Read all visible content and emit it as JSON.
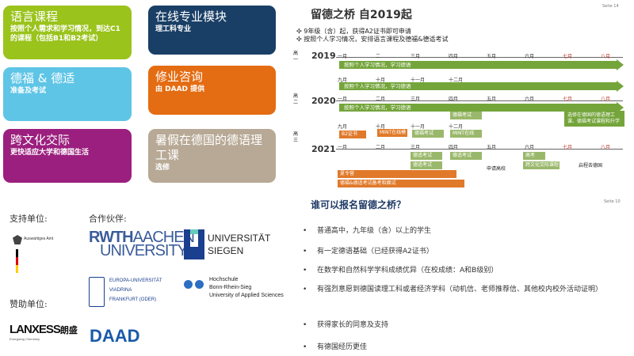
{
  "tiles": [
    {
      "title": "语言课程",
      "sub": "按照个人需求和学习情况，到达C1的课程（包括B1和B2考试）"
    },
    {
      "title": "在线专业模块",
      "sub": "理工科专业"
    },
    {
      "title": "德福 & 德适",
      "sub": "准备及考试"
    },
    {
      "title": "修业咨询",
      "sub": "由 DAAD 提供"
    },
    {
      "title": "跨文化交际",
      "sub": "更快适应大学和德国生活"
    },
    {
      "title": "暑假在德国的德语理工课",
      "sub": "选修"
    }
  ],
  "labels": {
    "support": "支持单位:",
    "partners": "合作伙伴:",
    "sponsor": "赞助单位:"
  },
  "logos": {
    "rwth_a": "RWTH",
    "rwth_b": "AACHEN",
    "rwth_c": "UNIVERSITY",
    "siegen_a": "UNIVERSITÄT",
    "siegen_b": "SIEGEN",
    "aa": "Auswärtiges Amt",
    "viadrina_a": "EUROPA-UNIVERSITÄT",
    "viadrina_b": "VIADRINA",
    "viadrina_c": "FRANKFURT (ODER)",
    "brs_a": "Hochschule",
    "brs_b": "Bonn-Rhein-Sieg",
    "brs_c": "University of Applied Sciences",
    "lanxess": "LANXESS",
    "lanxess_sub": "Energizing Chemistry",
    "lanxess_cn": "朗盛",
    "daad": "DAAD"
  },
  "slide1": {
    "page": "Seite 14",
    "title": "留德之桥 自2019起",
    "bullet1": "✣ 9年级（含）起，获得A2证书即可申请",
    "bullet2": "✣ 按照个人学习情况，安排语言课程及德福&德适考试",
    "grades": [
      "高一",
      "高二",
      "高三"
    ],
    "years": [
      "2019",
      "2020",
      "2021"
    ],
    "months_top": [
      "一月",
      "二",
      "三月",
      "四月",
      "五月",
      "六月",
      "七月",
      "八月"
    ],
    "months_mid": [
      "九月",
      "十月",
      "十一月",
      "十二月"
    ],
    "months_2020": [
      "一月",
      "二月",
      "三月",
      "四月",
      "五月",
      "六月",
      "七月",
      "八月"
    ],
    "bar": "按照个人学习情况，学习德语",
    "b2": "B2证书",
    "mint1": "MINT在线模块",
    "mint2": "MINT在线",
    "dfks1": "德福考试",
    "dfks2": "德福考试",
    "dsks1": "德适考试",
    "dsks2": "德适考试",
    "dsks3": "德适考试",
    "gaokao": "高考",
    "kwh": "跨文化交际课程",
    "apply": "申请高校",
    "leave": "启程去德国",
    "xiali": "选修在德国的德语理工课、德福考试课程和升学",
    "summer": "夏令营",
    "exam_prep": "德福&德适考试备考和面试"
  },
  "slide2": {
    "page": "Seite 10",
    "title": "谁可以报名留德之桥？",
    "items": [
      "普通高中，九年级（含）以上的学生",
      "有一定德语基础（已经获得A2证书）",
      "在数学和自然科学学科成绩优异（在校成绩：A和B级别）",
      "有强烈意愿到德国读理工科或者经济学科（动机信、老师推荐信、其他校内校外活动证明）",
      "获得家长的同意及支持",
      "有德国经历更佳"
    ]
  }
}
